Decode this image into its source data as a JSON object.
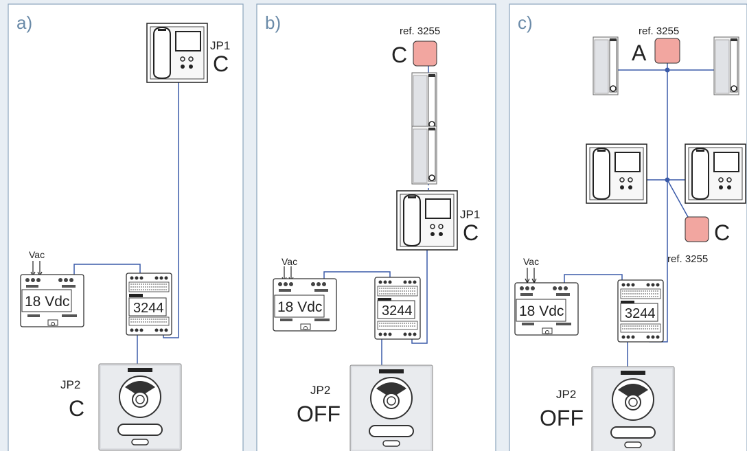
{
  "panels": [
    {
      "letter": "a)",
      "jp1_label": "JP1",
      "jp1_value": "C",
      "vac": "Vac",
      "psu": "18 Vdc",
      "module": "3244",
      "jp2_label": "JP2",
      "jp2_value": "C"
    },
    {
      "letter": "b)",
      "ref_top": "ref. 3255",
      "ref_top_value": "C",
      "jp1_label": "JP1",
      "jp1_value": "C",
      "vac": "Vac",
      "psu": "18 Vdc",
      "module": "3244",
      "jp2_label": "JP2",
      "jp2_value": "OFF"
    },
    {
      "letter": "c)",
      "ref_top": "ref. 3255",
      "ref_top_value": "A",
      "ref_mid": "ref. 3255",
      "ref_mid_value": "C",
      "vac": "Vac",
      "psu": "18 Vdc",
      "module": "3244",
      "jp2_label": "JP2",
      "jp2_value": "OFF"
    }
  ],
  "colors": {
    "wire": "#3a5aa8",
    "frame": "#8aa4bc",
    "resistor": "#f2a6a0",
    "background": "#e8eef4"
  }
}
